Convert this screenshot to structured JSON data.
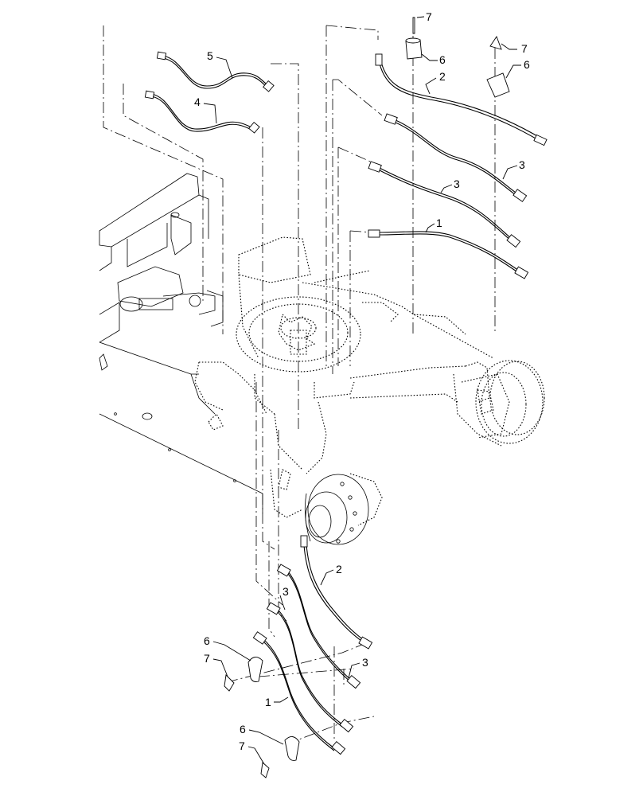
{
  "diagram": {
    "callouts": {
      "c5": "5",
      "c4": "4",
      "c2_top": "2",
      "c3_top_a": "3",
      "c3_top_b": "3",
      "c1_top": "1",
      "c7_top_a": "7",
      "c6_top_a": "6",
      "c7_top_b": "7",
      "c6_top_b": "6",
      "c2_bot": "2",
      "c3_bot_a": "3",
      "c3_bot_b": "3",
      "c1_bot": "1",
      "c6_bot_a": "6",
      "c7_bot_a": "7",
      "c6_bot_b": "6",
      "c7_bot_b": "7"
    }
  }
}
